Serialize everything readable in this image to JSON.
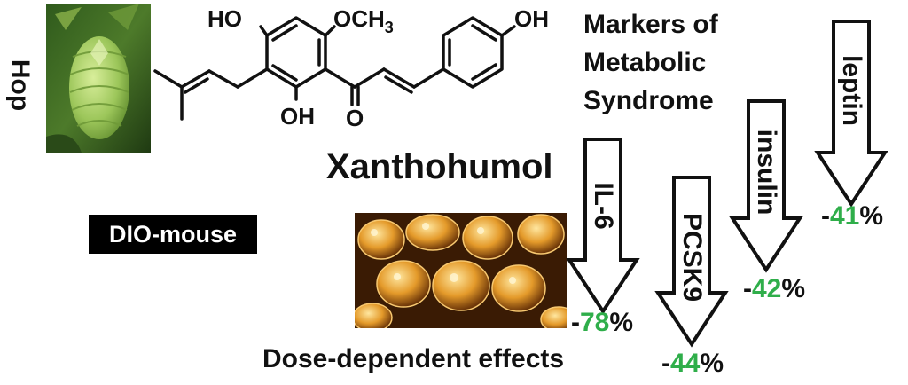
{
  "hop": {
    "label": "Hop flower"
  },
  "molecule": {
    "top_left_group": "HO",
    "top_right_group": "OCH",
    "top_right_sub": "3",
    "bottom_group": "OH",
    "carbonyl": "O",
    "phenol_group": "OH"
  },
  "compound": {
    "name": "Xanthohumol"
  },
  "markers": {
    "title_lines": [
      "Markers of",
      "Metabolic",
      "Syndrome"
    ]
  },
  "model": {
    "label": "DIO-mouse"
  },
  "caption": {
    "text": "Dose-dependent effects"
  },
  "arrows": [
    {
      "label": "IL-6",
      "sign": "-",
      "value": "78",
      "unit": "%"
    },
    {
      "label": "PCSK9",
      "sign": "-",
      "value": "44",
      "unit": "%"
    },
    {
      "label": "insulin",
      "sign": "-",
      "value": "42",
      "unit": "%"
    },
    {
      "label": "leptin",
      "sign": "-",
      "value": "41",
      "unit": "%"
    }
  ],
  "colors": {
    "reduction_value": "#2fae4a",
    "badge_bg": "#000000",
    "badge_text": "#ffffff"
  }
}
